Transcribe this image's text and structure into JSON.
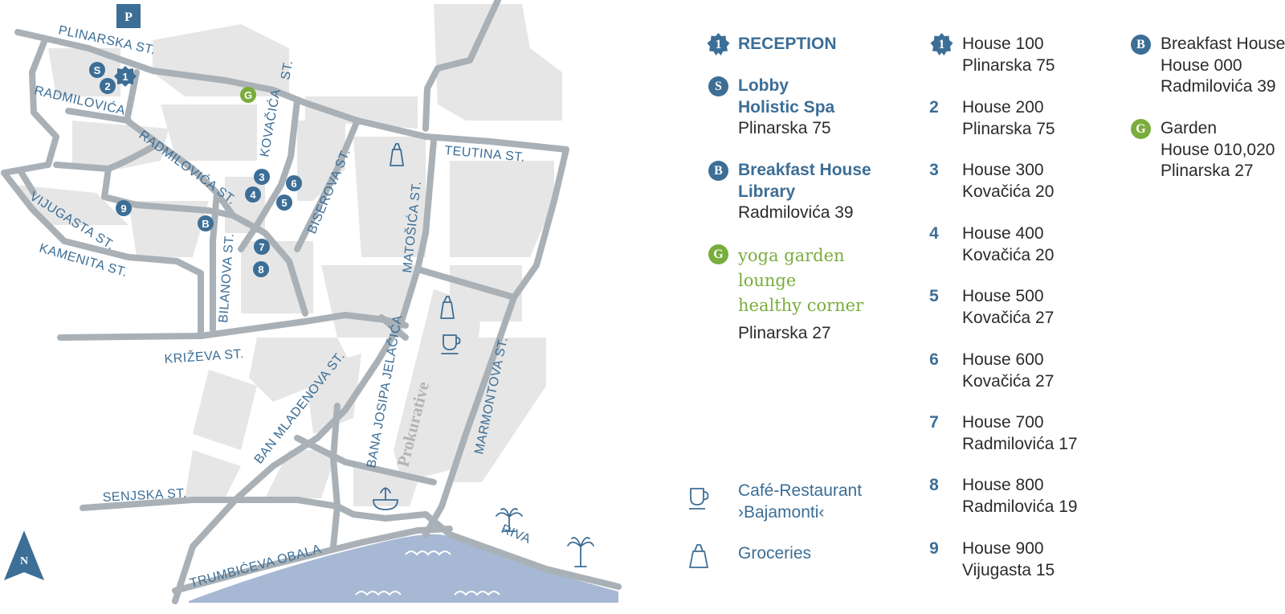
{
  "colors": {
    "blue": "#3c6e96",
    "green": "#79ad3c",
    "road": "#a9b1b7",
    "block": "#e6e6e6",
    "sea": "#a6b8d3"
  },
  "map": {
    "parking": "P",
    "north": "N",
    "streets": {
      "plinarska": "PLINARSKA ST.",
      "st_top": "ST.",
      "radmilovica1": "RADMILOVIĆA",
      "radmilovica2": "RADMILOVIĆA ST.",
      "kovacica": "KOVAČIĆA",
      "teutina": "TEUTINA ST.",
      "biserova": "BISEROVA ST.",
      "matosica": "MATOŠIĆA ST.",
      "vijugasta": "VIJUGASTA ST.",
      "kamenita": "KAMENITA ST.",
      "bilanova": "BILANOVA ST.",
      "krizeva": "KRIŽEVA ST.",
      "ban_mladenova": "BAN MLADENOVA ST.",
      "bana_josipa": "BANA JOSIPA JELAČIĆA",
      "prokurative": "Prokurative",
      "marmontova": "MARMONTOVA ST.",
      "senjska": "SENJSKA ST.",
      "trumbiceva": "TRUMBIĆEVA OBALA",
      "riva": "RIVA"
    },
    "markers": {
      "s": "S",
      "one": "1",
      "two": "2",
      "g": "G",
      "three": "3",
      "four": "4",
      "five": "5",
      "six": "6",
      "nine": "9",
      "b": "B",
      "seven": "7",
      "eight": "8"
    },
    "icons": [
      "groceries-icon",
      "groceries-icon",
      "cafe-icon",
      "fountain-icon",
      "palm-tree-icon",
      "palm-tree-icon",
      "wave-icon"
    ]
  },
  "legend": {
    "reception": {
      "badge": "1",
      "label": "RECEPTION"
    },
    "lobby": {
      "badge": "S",
      "line1": "Lobby",
      "line2": "Holistic Spa",
      "address": "Plinarska 75"
    },
    "breakfast": {
      "badge": "B",
      "line1": "Breakfast House",
      "line2": "Library",
      "address": "Radmilovića 39"
    },
    "garden": {
      "badge": "G",
      "line1": "yoga garden",
      "line2": "lounge",
      "line3": "healthy corner",
      "address": "Plinarska 27"
    },
    "cafe": {
      "line1": "Café-Restaurant",
      "line2": "›Bajamonti‹"
    },
    "groceries": {
      "label": "Groceries"
    },
    "houses": [
      {
        "num": "1",
        "name": "House 100",
        "address": "Plinarska 75"
      },
      {
        "num": "2",
        "name": "House 200",
        "address": "Plinarska 75"
      },
      {
        "num": "3",
        "name": "House 300",
        "address": "Kovačića 20"
      },
      {
        "num": "4",
        "name": "House 400",
        "address": "Kovačića 20"
      },
      {
        "num": "5",
        "name": "House 500",
        "address": "Kovačića 27"
      },
      {
        "num": "6",
        "name": "House 600",
        "address": "Kovačića 27"
      },
      {
        "num": "7",
        "name": "House 700",
        "address": "Radmilovića 17"
      },
      {
        "num": "8",
        "name": "House 800",
        "address": "Radmilovića 19"
      },
      {
        "num": "9",
        "name": "House 900",
        "address": "Vijugasta 15"
      }
    ],
    "col3": [
      {
        "badge": "B",
        "line1": "Breakfast House",
        "line2": "House 000",
        "line3": "Radmilovića 39"
      },
      {
        "badge": "G",
        "line1": "Garden",
        "line2": "House 010,020",
        "line3": "Plinarska 27"
      }
    ]
  }
}
